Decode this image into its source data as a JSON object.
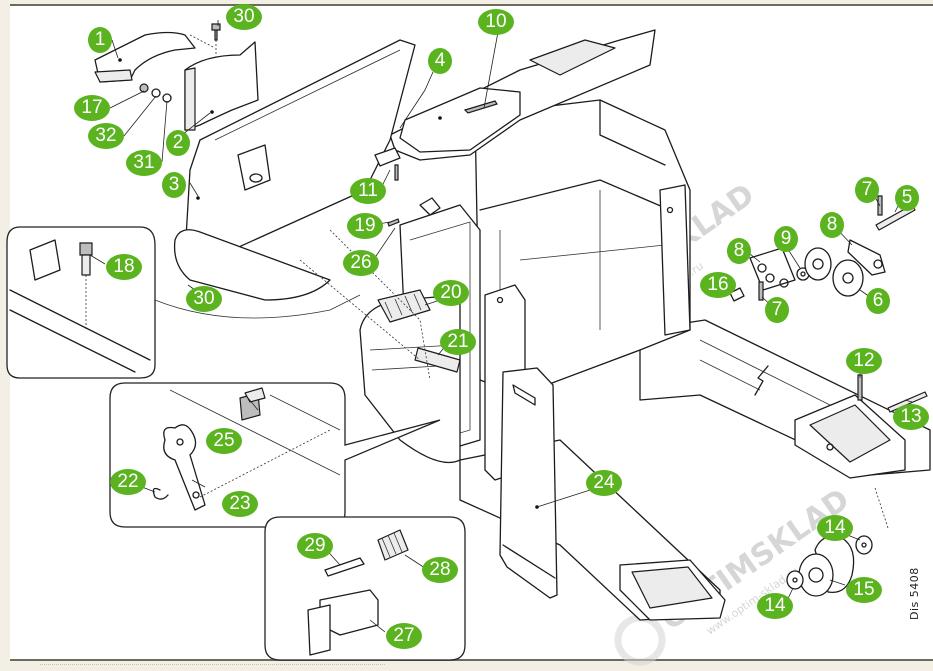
{
  "drawing": {
    "code": "Dis 5408",
    "accent_color": "#5ab31f",
    "background_color": "#f3efe4"
  },
  "watermark": {
    "brand": "OPTIMSKLAD",
    "brand_parts": [
      "OPTIM",
      "SKLAD"
    ],
    "url": "www.optim-sklad.ru"
  },
  "callouts": [
    {
      "id": "c1",
      "label": "1"
    },
    {
      "id": "c2",
      "label": "2"
    },
    {
      "id": "c3",
      "label": "3"
    },
    {
      "id": "c4",
      "label": "4"
    },
    {
      "id": "c5",
      "label": "5"
    },
    {
      "id": "c6",
      "label": "6"
    },
    {
      "id": "c7a",
      "label": "7"
    },
    {
      "id": "c7b",
      "label": "7"
    },
    {
      "id": "c8a",
      "label": "8"
    },
    {
      "id": "c8b",
      "label": "8"
    },
    {
      "id": "c9",
      "label": "9"
    },
    {
      "id": "c10",
      "label": "10"
    },
    {
      "id": "c11",
      "label": "11"
    },
    {
      "id": "c12",
      "label": "12"
    },
    {
      "id": "c13",
      "label": "13"
    },
    {
      "id": "c14a",
      "label": "14"
    },
    {
      "id": "c14b",
      "label": "14"
    },
    {
      "id": "c15",
      "label": "15"
    },
    {
      "id": "c16",
      "label": "16"
    },
    {
      "id": "c17",
      "label": "17"
    },
    {
      "id": "c18",
      "label": "18"
    },
    {
      "id": "c19",
      "label": "19"
    },
    {
      "id": "c20",
      "label": "20"
    },
    {
      "id": "c21",
      "label": "21"
    },
    {
      "id": "c22",
      "label": "22"
    },
    {
      "id": "c23",
      "label": "23"
    },
    {
      "id": "c24",
      "label": "24"
    },
    {
      "id": "c25",
      "label": "25"
    },
    {
      "id": "c26",
      "label": "26"
    },
    {
      "id": "c27",
      "label": "27"
    },
    {
      "id": "c28",
      "label": "28"
    },
    {
      "id": "c29",
      "label": "29"
    },
    {
      "id": "c30a",
      "label": "30"
    },
    {
      "id": "c30b",
      "label": "30"
    },
    {
      "id": "c31",
      "label": "31"
    },
    {
      "id": "c32",
      "label": "32"
    }
  ]
}
